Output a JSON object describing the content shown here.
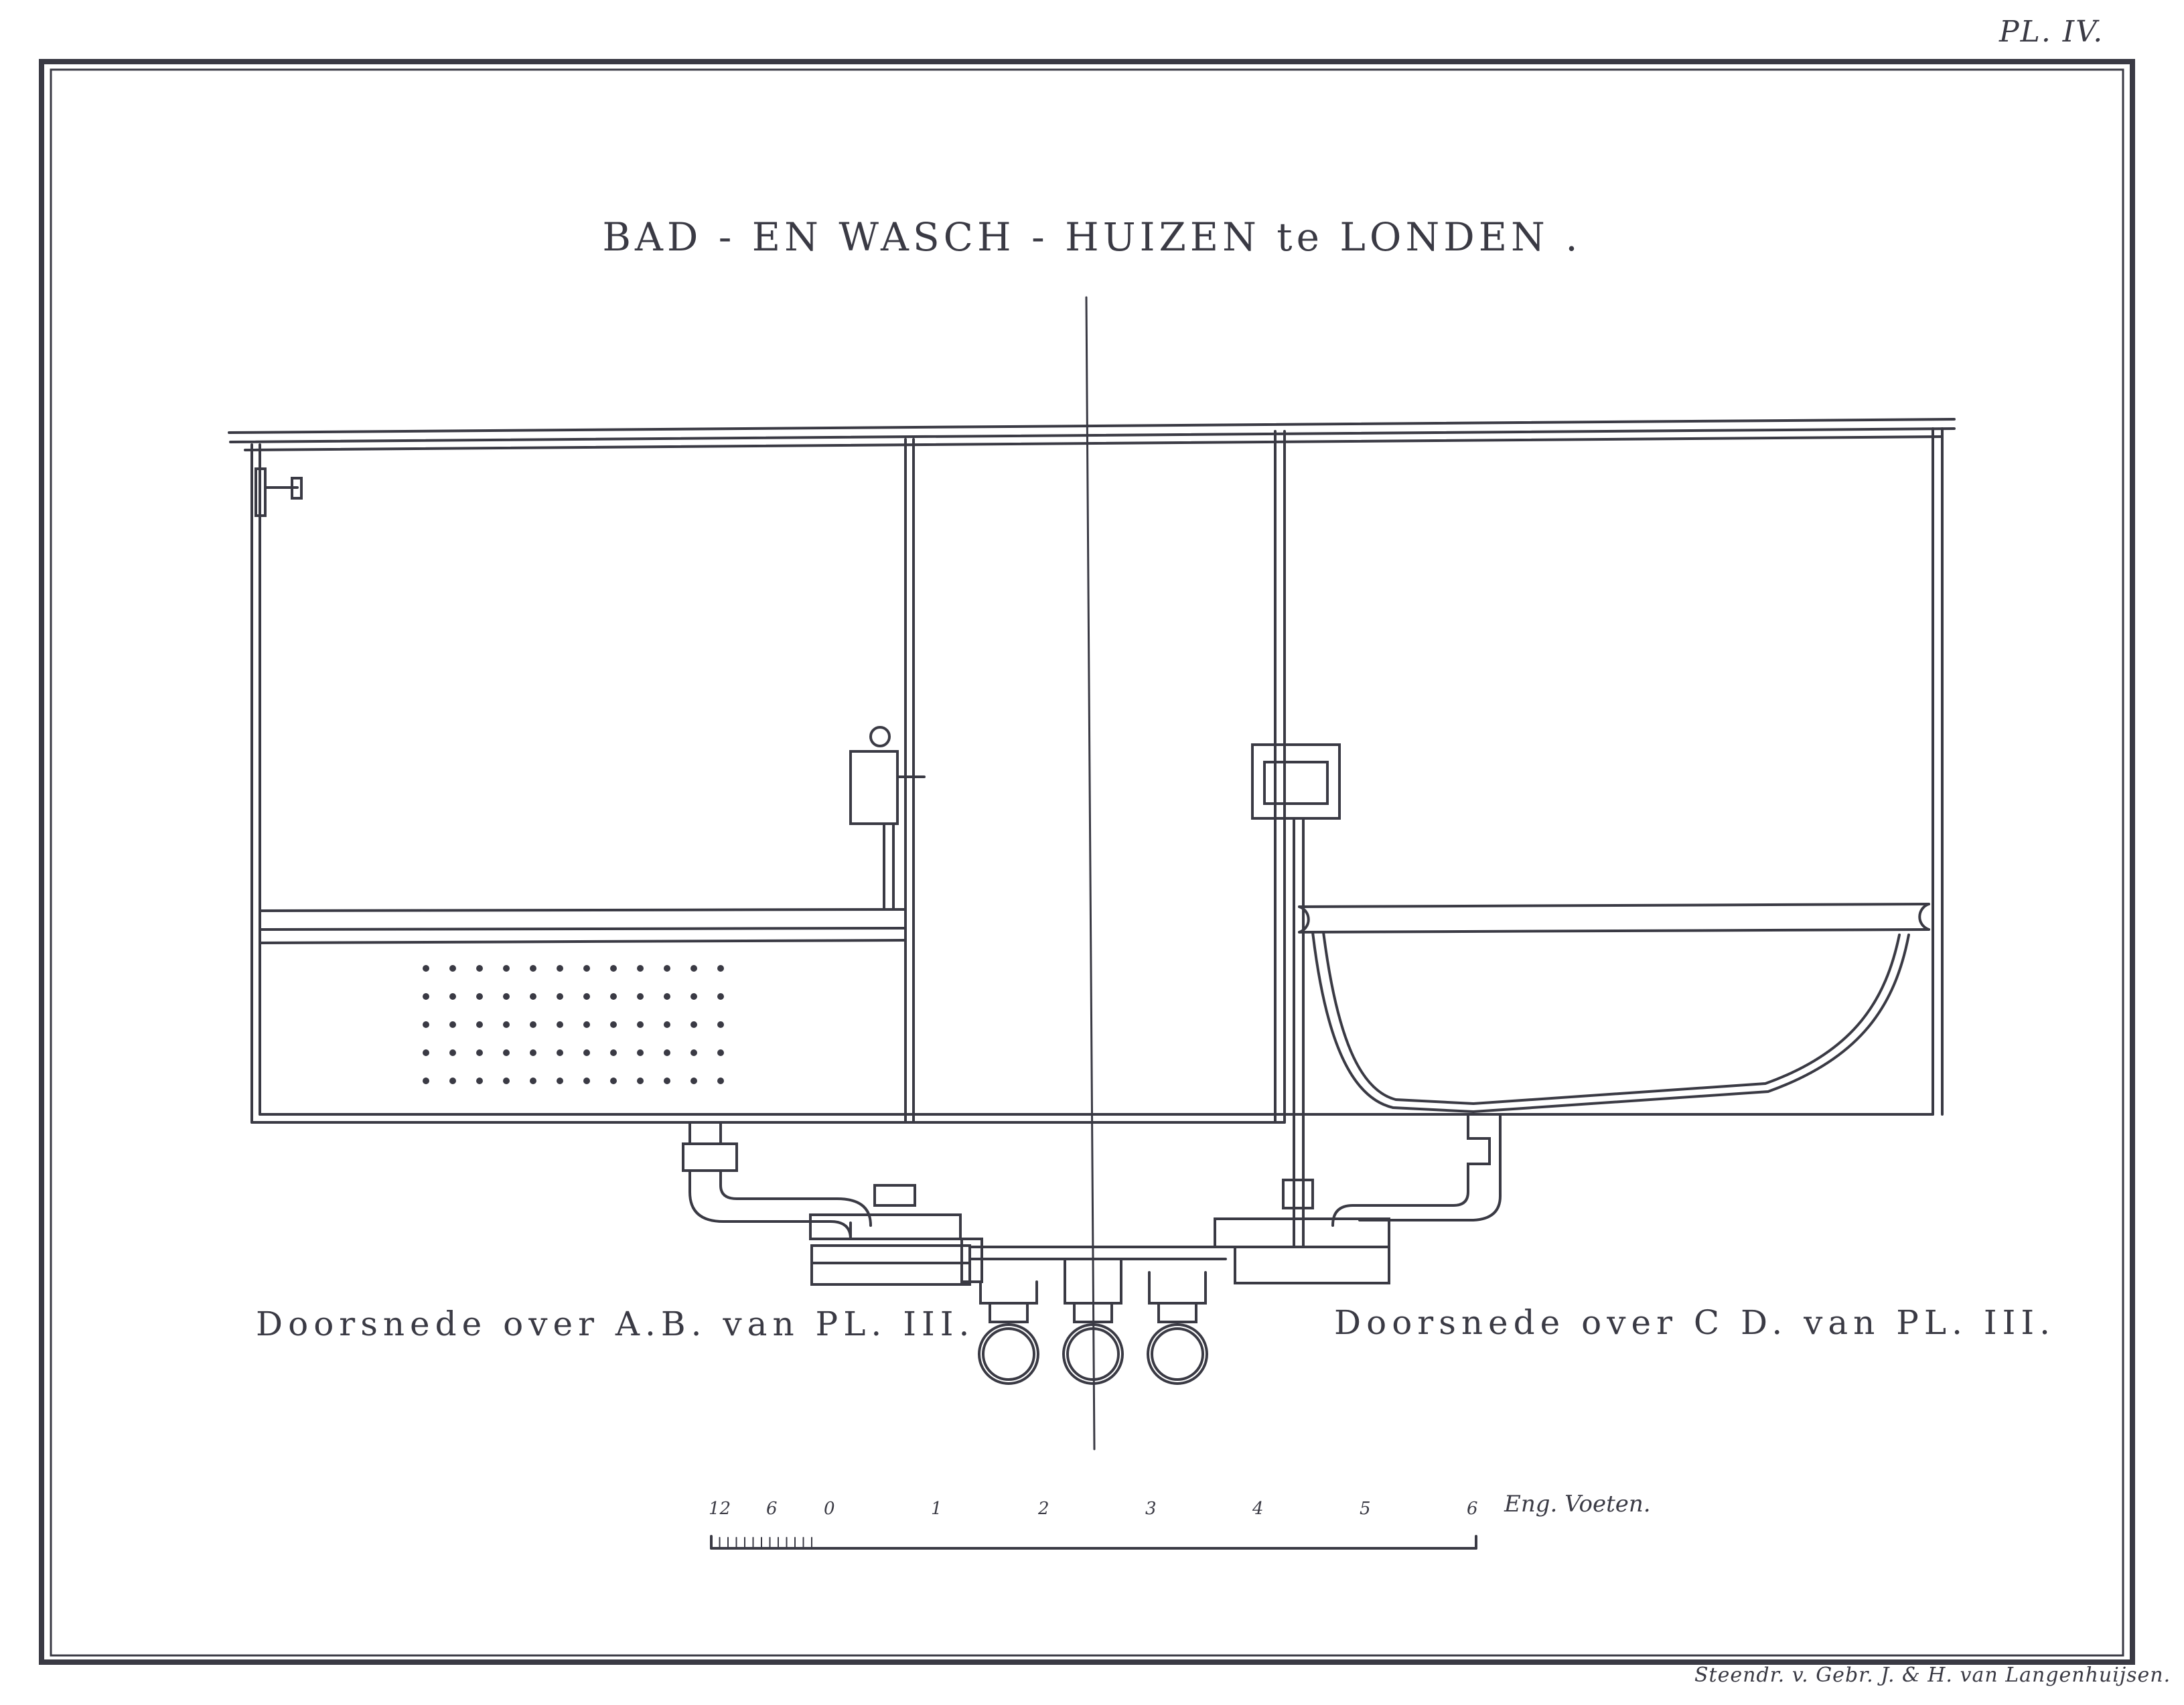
{
  "plate": {
    "number": "PL. IV."
  },
  "title": "BAD - EN WASCH - HUIZEN te LONDEN .",
  "captions": {
    "left": "Doorsnede over A.B. van PL. III.",
    "right": "Doorsnede over C D. van PL. III."
  },
  "scale": {
    "ticks": [
      "12",
      "6",
      "0",
      "1",
      "2",
      "3",
      "4",
      "5",
      "6"
    ],
    "unit": "Eng. Voeten."
  },
  "printer_credit": "Steendr. v. Gebr. J. & H. van Langenhuijsen."
}
